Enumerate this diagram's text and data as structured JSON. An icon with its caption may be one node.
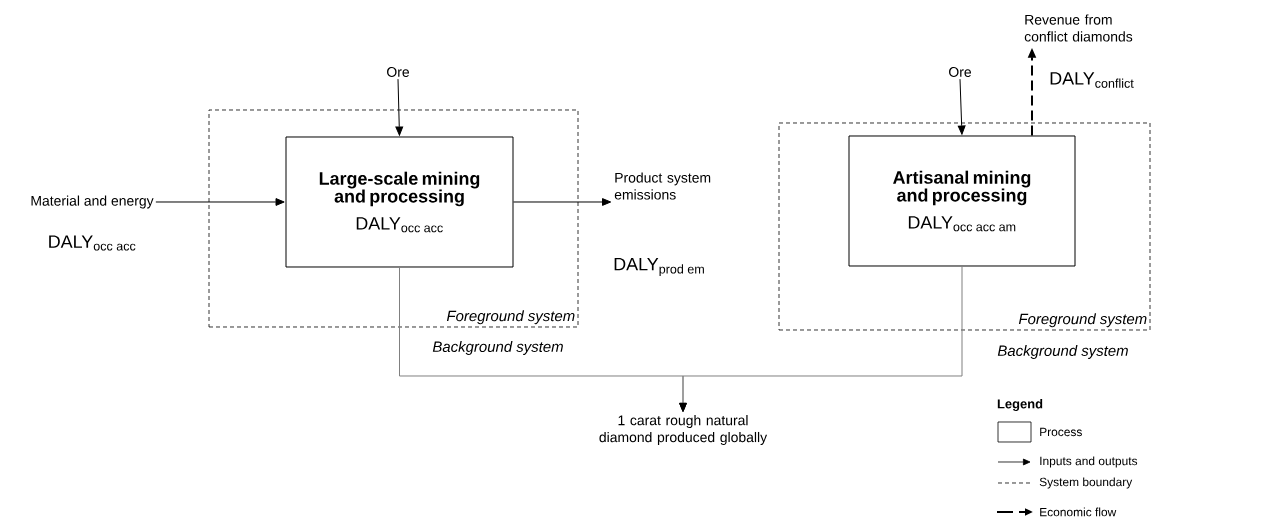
{
  "diagram": {
    "nodes": [
      {
        "text": [
          "Foreground system"
        ]
      },
      {
        "text": [
          "Large-scale mining and processing",
          "\\text{DALY}_{\\text{occ acc}}"
        ],
        "in": 0
      },
      {
        "text": [
          "Ore"
        ]
      },
      {
        "text": [
          "Material and energy"
        ],
        "beside": [
          "\\text{DALY}_{\\text{occ acc}}"
        ]
      },
      {
        "text": [
          "Product system emissions"
        ],
        "beside": [
          "\\text{DALY}_{\\text{prod em}}"
        ]
      },
      {
        "text": [
          "Foreground system"
        ]
      },
      {
        "text": [
          "Artisanal mining and processing",
          "\\text{DALY}_{\\text{occ acc am}}"
        ],
        "in": 5
      },
      {
        "text": [
          "Ore"
        ]
      },
      {
        "text": [
          "Revenue from conflict diamonds"
        ],
        "beside": [
          "\\text{DALY}_{\\text{conflict}}"
        ]
      },
      {
        "text": [
          "1 carat rough natural diamond produced globally"
        ]
      }
    ],
    "edges": [
      {
        "from": 2,
        "to": 1,
        "arrow": "to"
      },
      {
        "from": 3,
        "to": 1,
        "arrow": "to"
      },
      {
        "from": 1,
        "to": 4,
        "arrow": "to"
      },
      {
        "from": 7,
        "to": 6,
        "arrow": "to"
      },
      {
        "from": 6,
        "to": 8,
        "arrow": "to",
        "style": "dashed"
      },
      {
        "from": 1,
        "to": 9,
        "arrow": "to",
        "color": "#808080"
      },
      {
        "from": 6,
        "to": 9,
        "arrow": "to",
        "color": "#808080"
      }
    ],
    "labels": [
      "Background system",
      "Background system",
      "Legend"
    ],
    "legend": [
      {
        "text": "Process"
      },
      {
        "text": "Inputs and outputs"
      },
      {
        "text": "System boundary"
      },
      {
        "text": "Economic flow"
      }
    ]
  }
}
